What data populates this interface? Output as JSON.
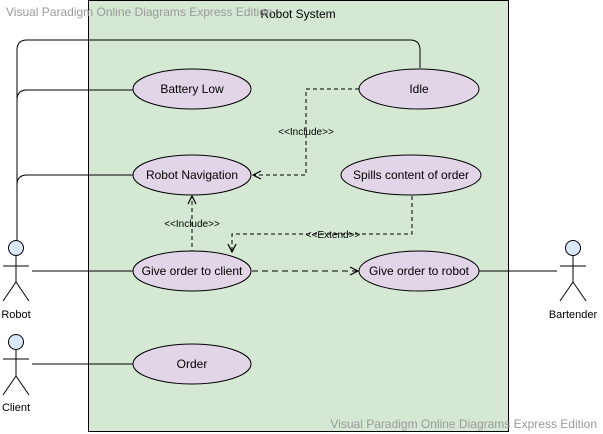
{
  "watermark_top": "Visual Paradigm Online Diagrams Express Edition",
  "watermark_bottom": "Visual Paradigm Online Diagrams Express Edition",
  "system": {
    "title": "Robot System",
    "fill": "#d5e8d4"
  },
  "use_cases": {
    "battery_low": "Battery Low",
    "idle": "Idle",
    "robot_navigation": "Robot Navigation",
    "spills_content": "Spills content of order",
    "give_order_client": "Give order to client",
    "give_order_robot": "Give order to robot",
    "order": "Order",
    "fill": "#e1d5e7"
  },
  "actors": {
    "robot": "Robot",
    "client": "Client",
    "bartender": "Bartender",
    "fill": "#dae8fc"
  },
  "relations": {
    "include_idle_nav": "<<Include>>",
    "include_give_nav": "<<Include>>",
    "extend_spills_give": "<<Extend>>"
  }
}
